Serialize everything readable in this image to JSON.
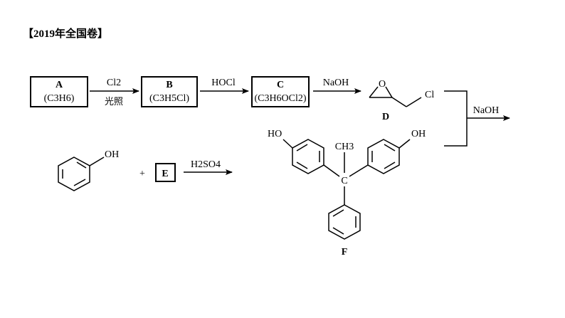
{
  "header": {
    "title": "【2019年全国卷】"
  },
  "reaction": {
    "box_a": {
      "letter": "A",
      "formula": "(C3H6)"
    },
    "step1": {
      "reagent": "Cl2",
      "condition": "光照"
    },
    "box_b": {
      "letter": "B",
      "formula": "(C3H5Cl)"
    },
    "step2": {
      "reagent": "HOCl"
    },
    "box_c": {
      "letter": "C",
      "formula": "(C3H6OCl2)"
    },
    "step3": {
      "reagent": "NaOH"
    },
    "compound_d": {
      "letter": "D",
      "atom_o": "O",
      "atom_cl": "Cl"
    },
    "step4": {
      "reagent": "NaOH"
    },
    "phenol": {
      "group": "OH"
    },
    "plus": "+",
    "box_e": {
      "letter": "E"
    },
    "step5": {
      "reagent": "H2SO4"
    },
    "compound_f": {
      "letter": "F",
      "ho_left": "HO",
      "oh_right": "OH",
      "methyl": "CH3",
      "center": "C"
    }
  }
}
